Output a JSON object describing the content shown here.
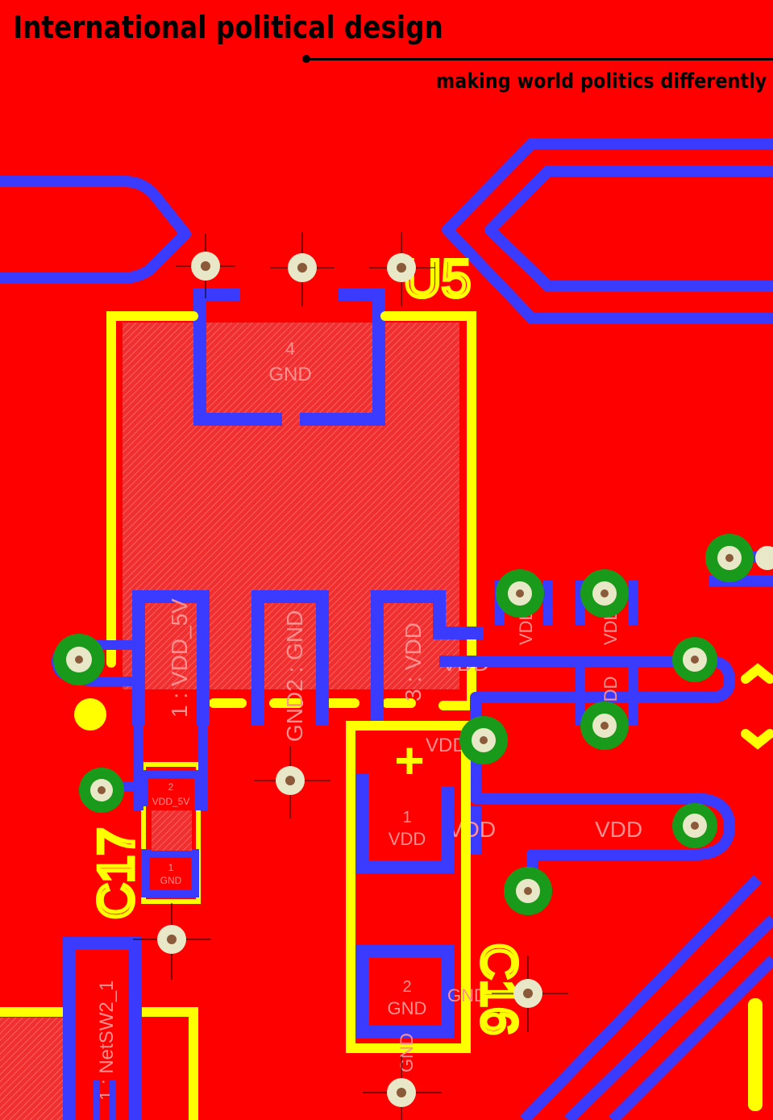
{
  "header": {
    "title": "International political design",
    "subtitle": "making world politics differently"
  },
  "colors": {
    "background": "#ff0000",
    "trace": "#3b3bff",
    "silkscreen": "#ffff00",
    "pad_ring": "#1a9a1a",
    "via_fill": "#e8e8c8",
    "text_dark": "#000000"
  },
  "pcb": {
    "u5": {
      "designator": "U5",
      "pin4": {
        "num": "4",
        "net": "GND"
      },
      "pin1": "1 : VDD_5V",
      "pin2": "GND2 : GND",
      "pin3": "3 : VDD",
      "net_vdd": "VDD"
    },
    "c16": {
      "designator": "C16",
      "polarity": "+",
      "pin1": {
        "num": "1",
        "net": "VDD"
      },
      "pin2": {
        "num": "2",
        "net": "GND"
      },
      "side_net": "GND",
      "bottom_net": "GND"
    },
    "c17": {
      "designator": "C17",
      "pin2": {
        "num": "2",
        "net": "VDD_5V"
      },
      "pin1": {
        "num": "1",
        "net": "GND"
      }
    },
    "sw2": {
      "net_label": "NetSW2_1",
      "pad_label": "1 : NetSW2_1"
    },
    "vdd_labels": [
      "VDD",
      "VDD",
      "VDD",
      "VDD",
      "VDD",
      "VDD",
      "VDD"
    ],
    "gnd_label": "GND2 : GND"
  }
}
